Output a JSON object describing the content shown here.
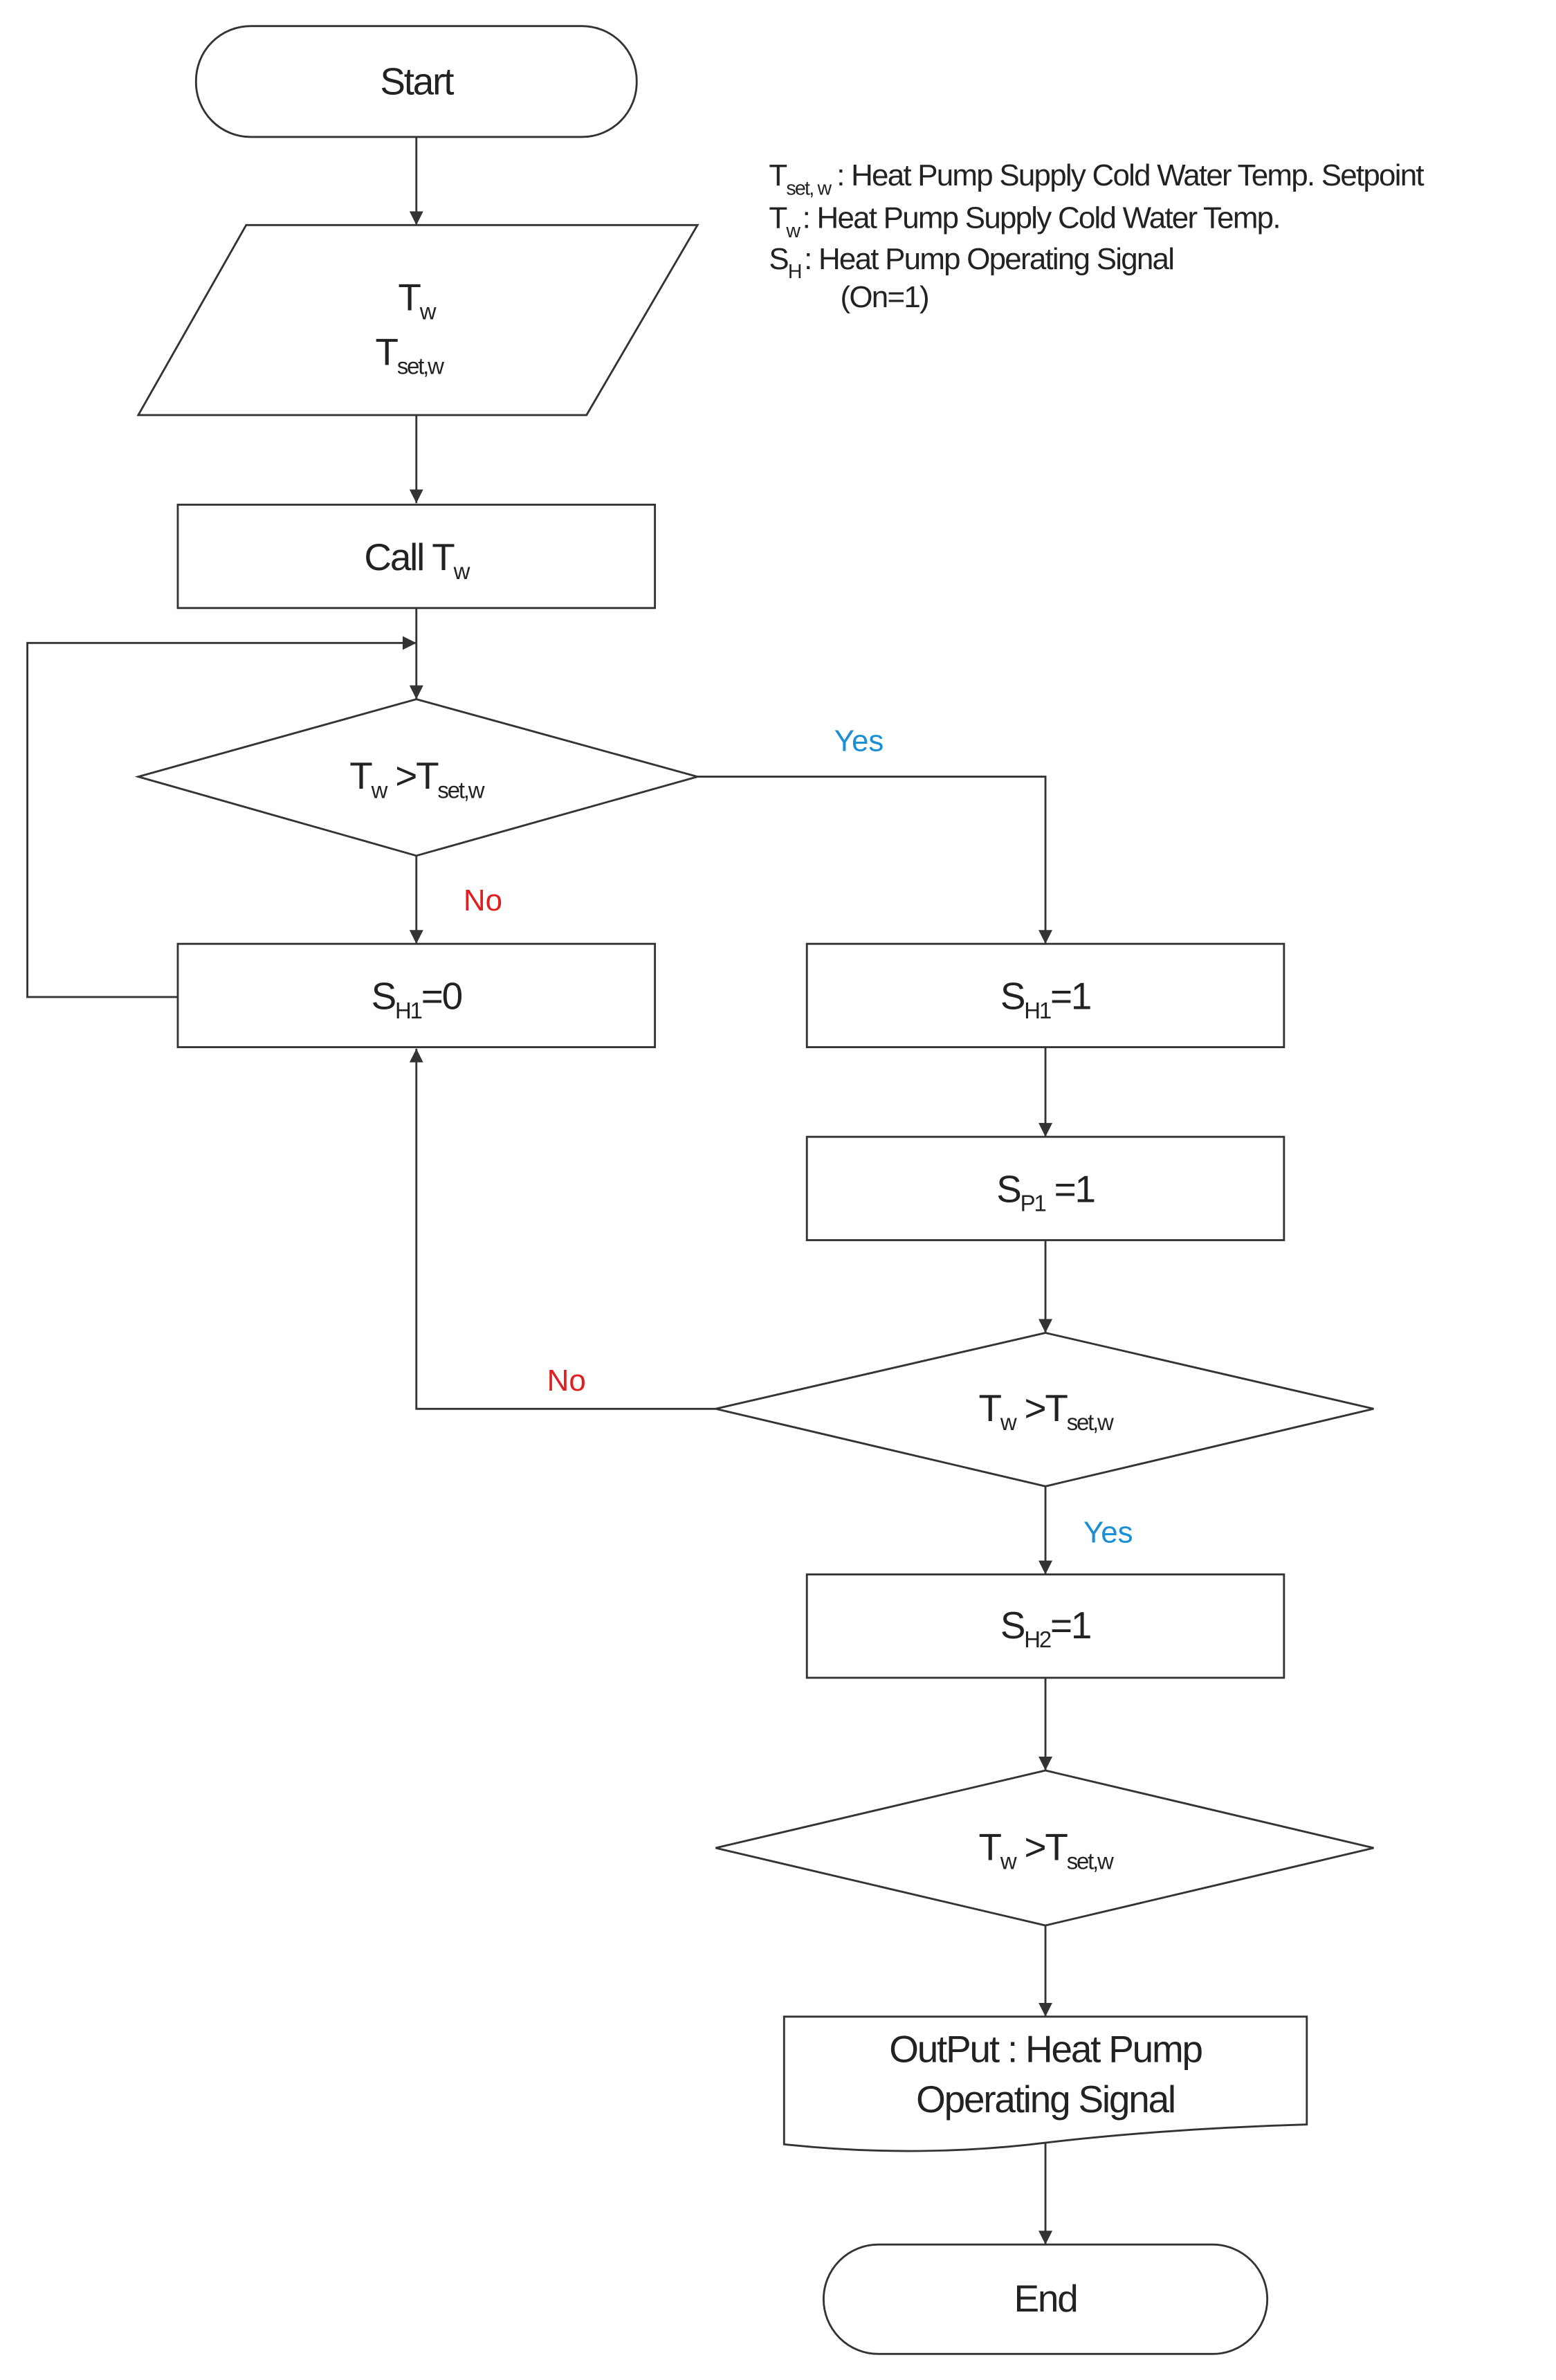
{
  "legend": [
    {
      "sym": "T",
      "sub": "set, w",
      "desc": ": Heat Pump Supply Cold Water Temp. Setpoint"
    },
    {
      "sym": "T",
      "sub": "w",
      "desc": ": Heat Pump Supply Cold Water Temp."
    },
    {
      "sym": "S",
      "sub": "H",
      "desc": ":  Heat Pump Operating Signal"
    },
    {
      "desc": "(On=1)"
    }
  ],
  "nodes": {
    "start": "Start",
    "input": {
      "l1": "T",
      "l1sub": "w",
      "l2": "T",
      "l2sub": "set,w"
    },
    "call": {
      "text": "Call T",
      "sub": "w"
    },
    "cond": {
      "a": "T",
      "asub": "w",
      "op": " >T",
      "bsub": "set,w"
    },
    "sh1_0": {
      "a": "S",
      "sub": "H1",
      "b": "=0"
    },
    "sh1_1": {
      "a": "S",
      "sub": "H1",
      "b": "=1"
    },
    "sp1_1": {
      "a": "S",
      "sub": "P1",
      "b": " =1"
    },
    "sh2_1": {
      "a": "S",
      "sub": "H2",
      "b": "=1"
    },
    "output": {
      "l1": "OutPut : Heat Pump",
      "l2": "Operating Signal"
    },
    "end": "End"
  },
  "labels": {
    "yes": "Yes",
    "no": "No"
  },
  "colors": {
    "yes": "#1a8fd6",
    "no": "#e02020",
    "stroke": "#333333"
  }
}
